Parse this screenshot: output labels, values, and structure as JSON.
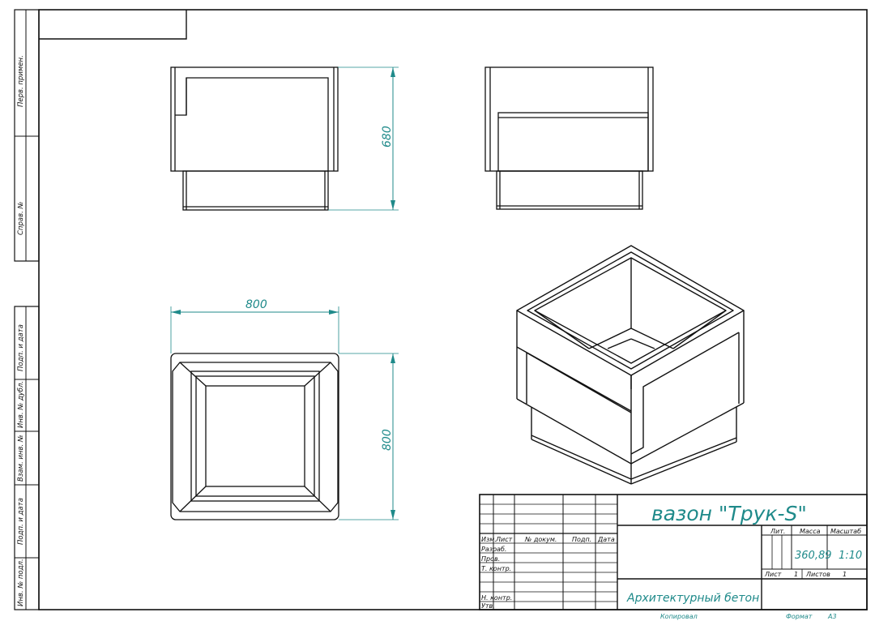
{
  "title_block": {
    "product_title": "вазон \"Трук-S\"",
    "material": "Архитектурный бетон",
    "col_izm": "Изм.",
    "col_list": "Лист",
    "col_doc": "№ докум.",
    "col_sign": "Подп.",
    "col_date": "Дата",
    "row_razrab": "Разраб.",
    "row_prov": "Пров.",
    "row_tkontr": "Т. контр.",
    "row_nkontr": "Н. контр.",
    "row_utv": "Утв.",
    "lit_label": "Лит.",
    "mass_label": "Масса",
    "scale_label": "Масштаб",
    "mass_value": "360,89",
    "scale_value": "1:10",
    "sheet_label": "Лист",
    "sheet_value": "1",
    "sheets_label": "Листов",
    "sheets_value": "1",
    "copied": "Копировал",
    "format_label": "Формат",
    "format_value": "A3"
  },
  "side_stamps": {
    "perv_primen": "Перв. примен.",
    "sprav": "Справ. №",
    "podp_data_1": "Подп. и дата",
    "inv_dubl": "Инв. № дубл.",
    "vzam_inv": "Взам. инв. №",
    "podp_data_2": "Подп. и дата",
    "inv_podl": "Инв. № подл."
  },
  "dimensions": {
    "height": "680",
    "width": "800",
    "depth": "800"
  },
  "colors": {
    "dimension": "#1f8a8a",
    "line": "#111111"
  }
}
